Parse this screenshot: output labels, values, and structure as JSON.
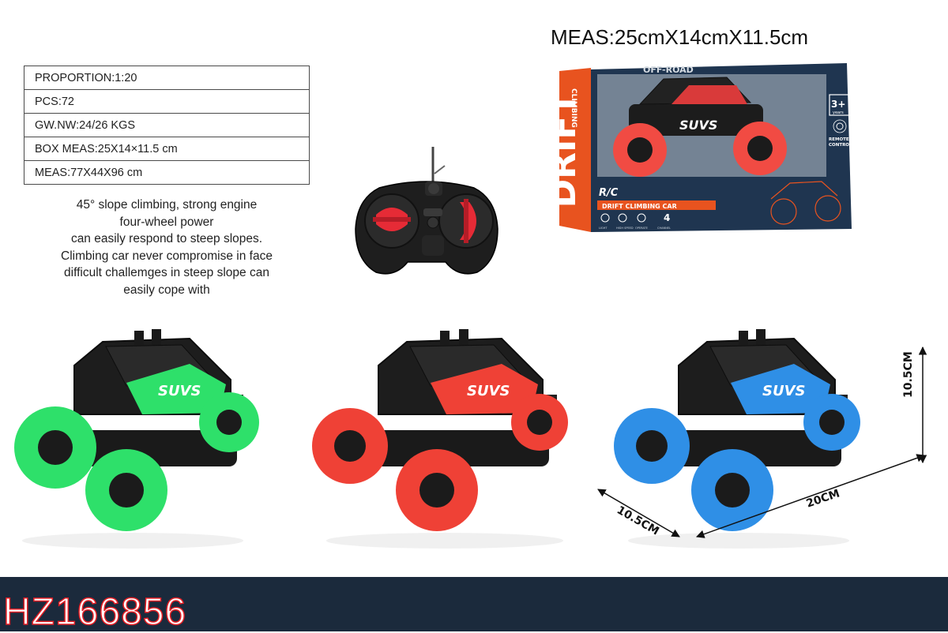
{
  "specs": [
    "PROPORTION:1:20",
    "PCS:72",
    "GW.NW:24/26 KGS",
    "BOX MEAS:25X14×11.5 cm",
    "MEAS:77X44X96 cm"
  ],
  "description": [
    "45° slope climbing, strong engine",
    "four-wheel power",
    "can easily respond to steep slopes.",
    "Climbing car never compromise in face",
    "difficult challemges in steep slope can",
    "easily cope with"
  ],
  "package_measure": "MEAS:25cmX14cmX11.5cm",
  "box_art": {
    "side_text": "DRIFT",
    "side_small": "CLIMBING",
    "top_logo": "OFF-ROAD",
    "rc_label": "R/C",
    "banner": "DRIFT CLIMBING CAR",
    "age": "3+",
    "age_unit": "years",
    "remote_label": "REMOTE",
    "control_label": "CONTROL",
    "channel_number": "4",
    "feature_labels": [
      "LIGHT",
      "HIGH SPEED",
      "OPERATE",
      "CHANNEL"
    ],
    "decal": "SUVS"
  },
  "car_decal": "SUVS",
  "dimensions": {
    "height": "10.5CM",
    "length": "20CM",
    "width": "10.5CM"
  },
  "model_code": "HZ166856",
  "colors": {
    "green": "#2ee06a",
    "red": "#ef4136",
    "blue": "#2f8fe6",
    "footer": "#1b2a3c",
    "box_orange": "#e8531f",
    "box_navy": "#1f3550",
    "code_outline": "#e31e24"
  }
}
